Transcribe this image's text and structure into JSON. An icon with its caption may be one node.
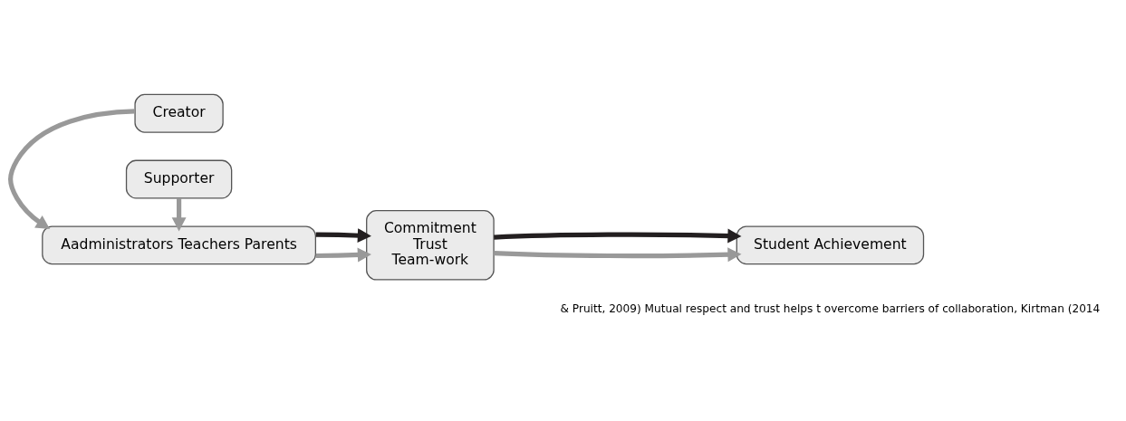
{
  "diagram": {
    "nodes": [
      {
        "text": [
          "Creator"
        ]
      },
      {
        "text": [
          "Aadministrators Teachers Parents"
        ]
      },
      {
        "text": [
          "Supporter"
        ]
      },
      {
        "text": [
          "Commitment",
          "Trust",
          "Team-work"
        ]
      },
      {
        "text": [
          "Student Achievement"
        ]
      }
    ],
    "edges": [
      {
        "from": 0,
        "to": 1,
        "arrow": "to"
      },
      {
        "from": 2,
        "to": 1,
        "arrow": "to"
      },
      {
        "from": 1,
        "to": 3,
        "arrow": "to"
      },
      {
        "from": 1,
        "to": 3,
        "arrow": "to",
        "color": "#231f20"
      },
      {
        "from": 3,
        "to": 4,
        "arrow": "to"
      },
      {
        "from": 3,
        "to": 4,
        "arrow": "to",
        "color": "#231f20"
      }
    ],
    "labels": [
      "& Pruitt, 2009) Mutual respect and trust helps t overcome barriers of collaboration, Kirtman (2014"
    ]
  }
}
